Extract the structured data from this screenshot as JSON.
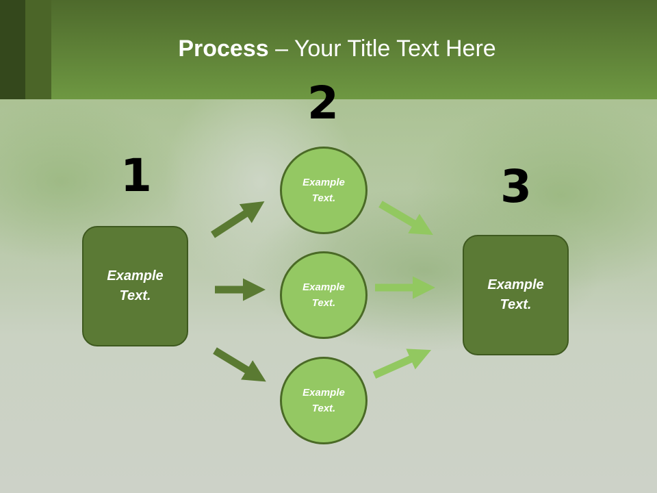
{
  "title": {
    "bold": "Process",
    "rest": " – Your Title Text Here"
  },
  "steps": {
    "one": "1",
    "two": "2",
    "three": "3"
  },
  "left_box": {
    "line1": "Example",
    "line2": "Text."
  },
  "circles": [
    {
      "line1": "Example",
      "line2": "Text."
    },
    {
      "line1": "Example",
      "line2": "Text."
    },
    {
      "line1": "Example",
      "line2": "Text."
    }
  ],
  "right_box": {
    "line1": "Example",
    "line2": "Text."
  },
  "colors": {
    "dark_green": "#5b7a35",
    "light_green": "#94c863",
    "header": "#6e9842"
  }
}
